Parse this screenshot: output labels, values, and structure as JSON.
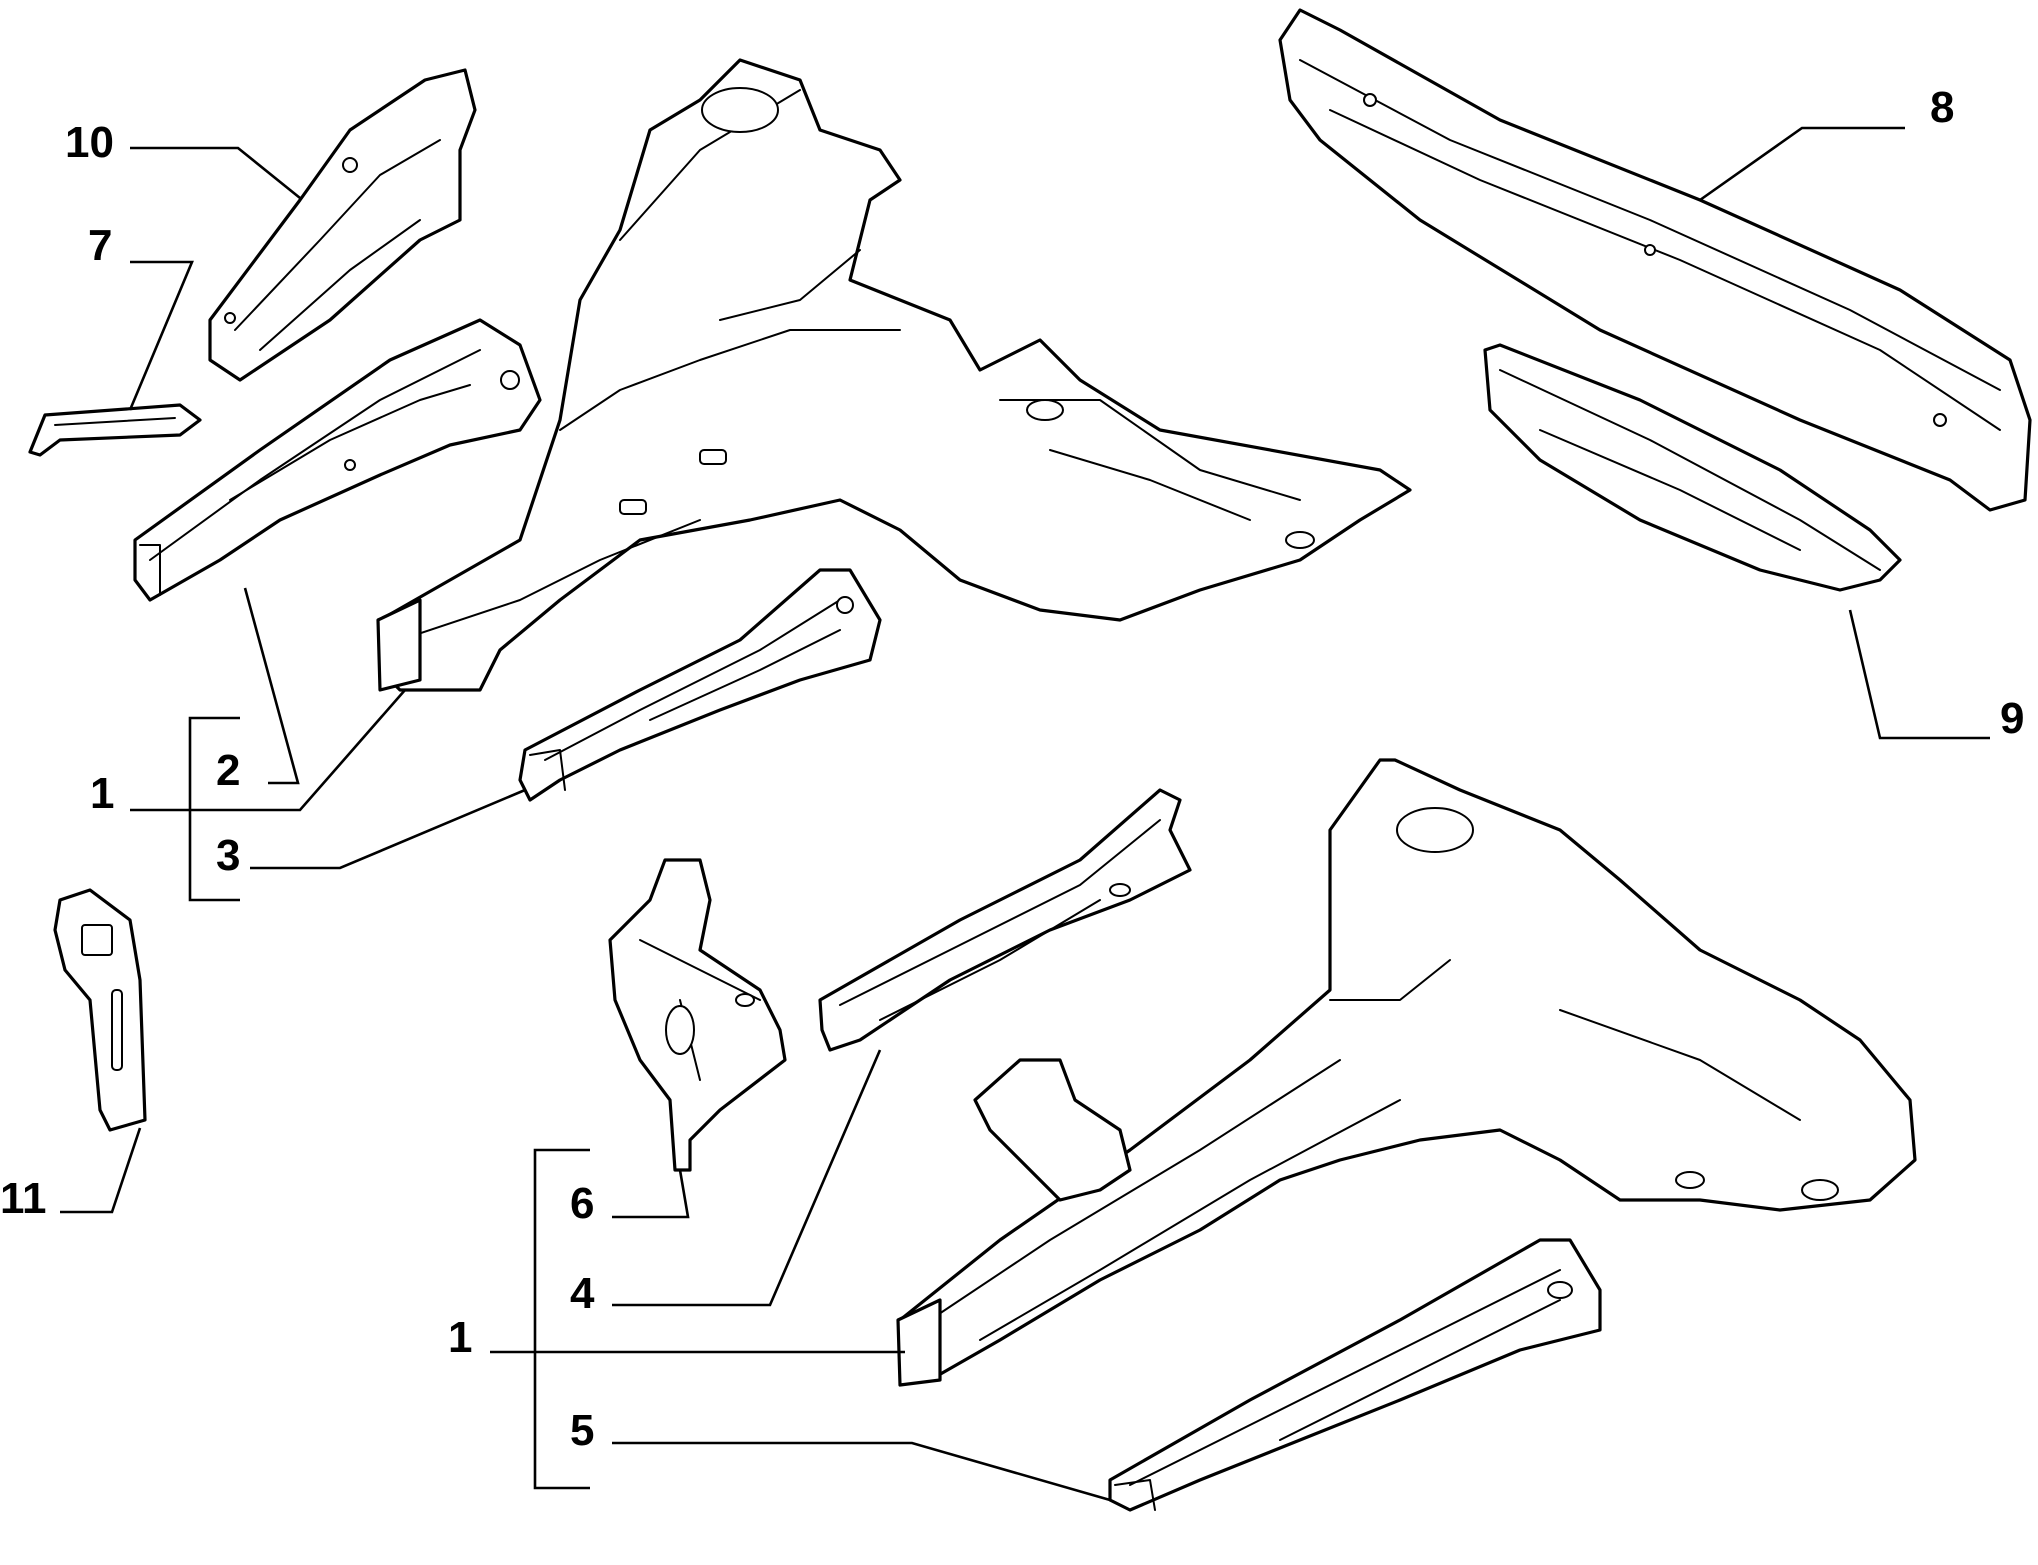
{
  "callouts": [
    {
      "id": "c1-top",
      "label": "1"
    },
    {
      "id": "c2",
      "label": "2"
    },
    {
      "id": "c3",
      "label": "3"
    },
    {
      "id": "c1-bottom",
      "label": "1"
    },
    {
      "id": "c4",
      "label": "4"
    },
    {
      "id": "c5",
      "label": "5"
    },
    {
      "id": "c6",
      "label": "6"
    },
    {
      "id": "c7",
      "label": "7"
    },
    {
      "id": "c8",
      "label": "8"
    },
    {
      "id": "c9",
      "label": "9"
    },
    {
      "id": "c10",
      "label": "10"
    },
    {
      "id": "c11",
      "label": "11"
    }
  ],
  "colors": {
    "line": "#000000",
    "background": "#ffffff"
  }
}
